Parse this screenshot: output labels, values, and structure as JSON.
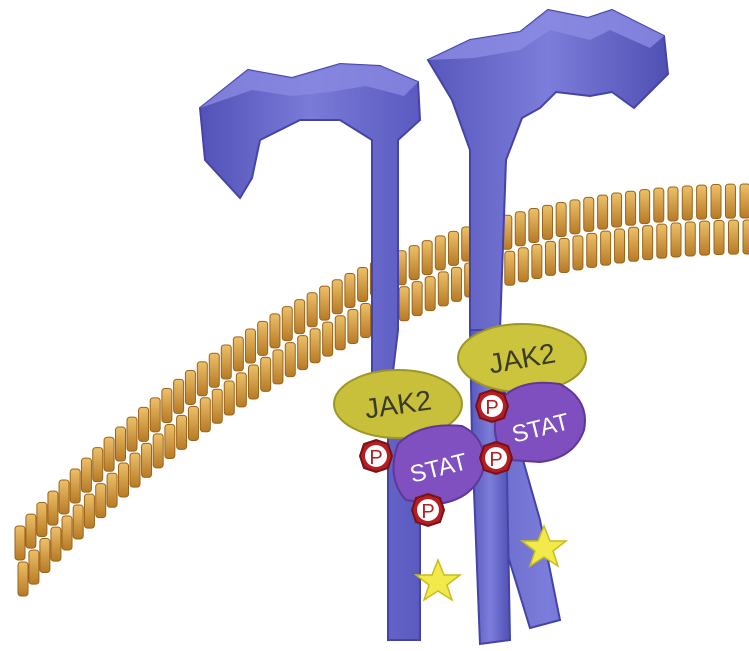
{
  "labels": {
    "jak_left": "JAK2",
    "jak_right": "JAK2",
    "stat_left": "STAT",
    "stat_right": "STAT",
    "phospho": "P"
  },
  "colors": {
    "receptor": "#6b6bd0",
    "receptor_dark": "#4c4cb0",
    "receptor_light": "#8a8ae0",
    "membrane": "#d59a3c",
    "membrane_dark": "#a06a1e",
    "jak": "#c9c13a",
    "jak_dark": "#9f9828",
    "stat": "#8050c0",
    "stat_dark": "#5e3896",
    "phospho": "#b51e24",
    "star": "#f2e94a"
  }
}
